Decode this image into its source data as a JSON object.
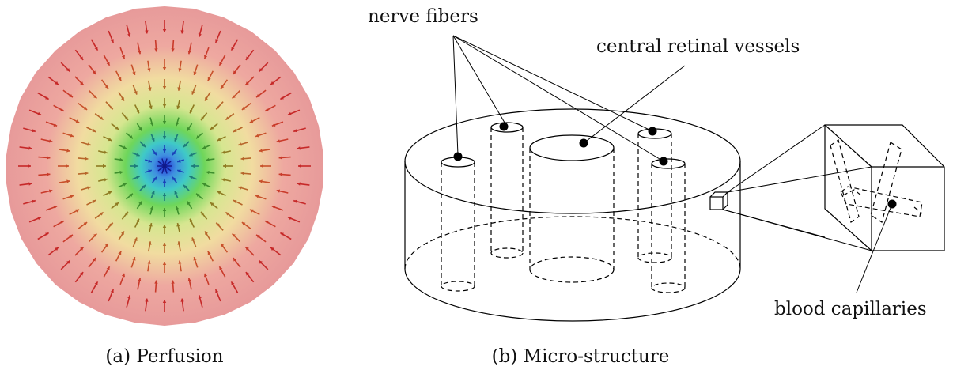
{
  "panel_a": {
    "caption": "(a) Perfusion",
    "colors": {
      "outer": "#e99a9a",
      "mid": "#f1e29a",
      "inner_green": "#5fd14f",
      "inner_cyan": "#3fc9d8",
      "center": "#1d2ad6",
      "arrow_outer": "#c81e1e",
      "arrow_inner": "#2a8c2a"
    }
  },
  "panel_b": {
    "caption": "(b) Micro-structure",
    "labels": {
      "nerve_fibers": "nerve fibers",
      "central_vessels": "central retinal vessels",
      "capillaries": "blood capillaries"
    }
  }
}
